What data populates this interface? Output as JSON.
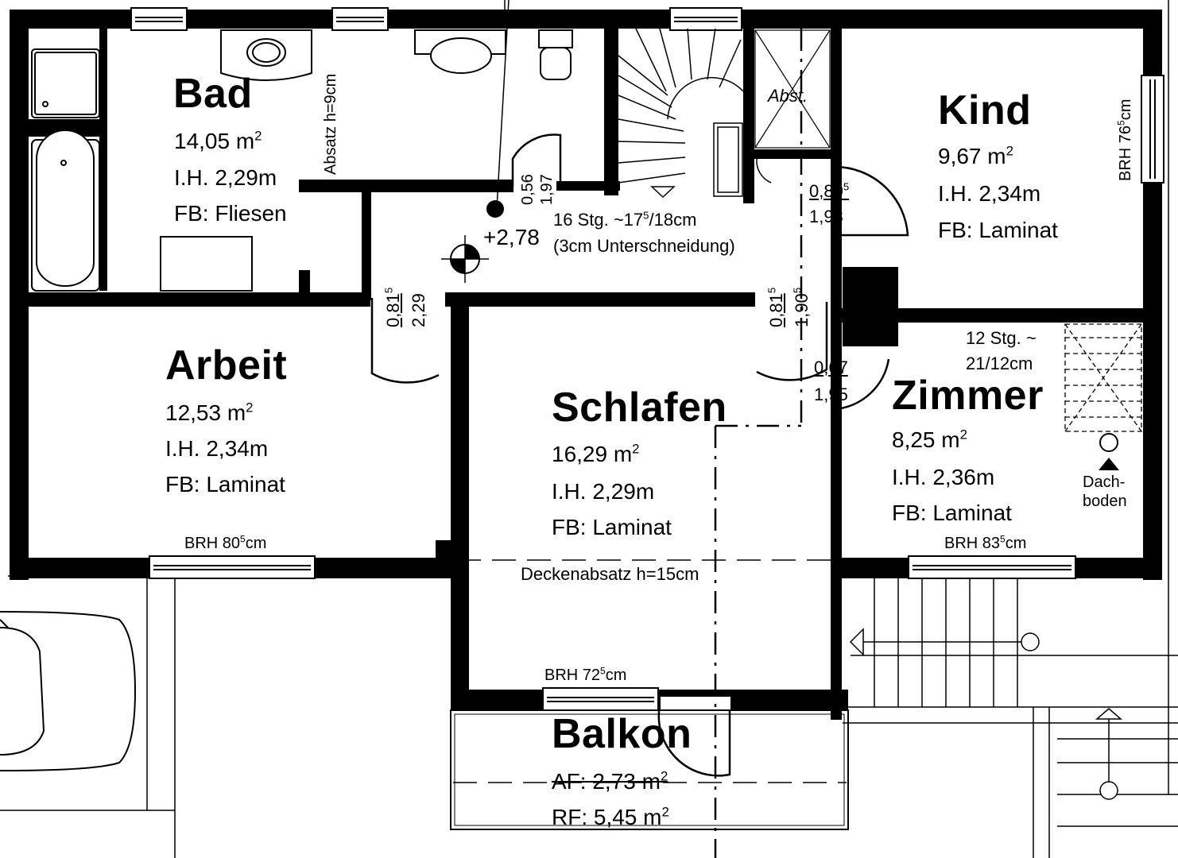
{
  "rooms": {
    "bad": {
      "name": "Bad",
      "area": "14,05 m",
      "height": "I.H. 2,29m",
      "floor": "FB: Fliesen"
    },
    "kind": {
      "name": "Kind",
      "area": "9,67 m",
      "height": "I.H. 2,34m",
      "floor": "FB: Laminat"
    },
    "arbeit": {
      "name": "Arbeit",
      "area": "12,53 m",
      "height": "I.H. 2,34m",
      "floor": "FB: Laminat"
    },
    "schlafen": {
      "name": "Schlafen",
      "area": "16,29 m",
      "height": "I.H. 2,29m",
      "floor": "FB: Laminat"
    },
    "zimmer": {
      "name": "Zimmer",
      "area": "8,25 m",
      "height": "I.H. 2,36m",
      "floor": "FB: Laminat"
    },
    "balkon": {
      "name": "Balkon",
      "af": "AF: 2,73 m",
      "rf": "RF: 5,45 m"
    }
  },
  "area_unit_sup": "2",
  "annotations": {
    "absatz": "Absatz h=9cm",
    "abst": "Abst.",
    "level": "+2,78",
    "stairs_main": "16 Stg. ~17",
    "stairs_main_sup": "5",
    "stairs_main_tail": "/18cm",
    "stairs_main_note": "(3cm Unterschneidung)",
    "stairs_attic_1": "12 Stg. ~",
    "stairs_attic_2": "21/12cm",
    "dachboden_1": "Dach-",
    "dachboden_2": "boden",
    "deckenabsatz": "Deckenabsatz h=15cm"
  },
  "window_labels": {
    "kind": {
      "base": "BRH 76",
      "sup": "5",
      "unit": "cm"
    },
    "arbeit": {
      "base": "BRH 80",
      "sup": "5",
      "unit": "cm"
    },
    "zimmer": {
      "base": "BRH 83",
      "sup": "5",
      "unit": "cm"
    },
    "schlafen": {
      "base": "BRH 72",
      "sup": "5",
      "unit": "cm"
    }
  },
  "doors": {
    "bad_door": {
      "width": "0,56",
      "height": "1,97"
    },
    "kind_door": {
      "width": "0,80",
      "width_sup": "5",
      "height": "1,93"
    },
    "arbeit_door": {
      "width": "0,81",
      "width_sup": "5",
      "height": "2,29"
    },
    "schlafen_door": {
      "width": "0,81",
      "width_sup": "5",
      "height": "1,90",
      "height_sup": "5"
    },
    "zimmer_door": {
      "width": "0,67",
      "height": "1,95"
    }
  }
}
